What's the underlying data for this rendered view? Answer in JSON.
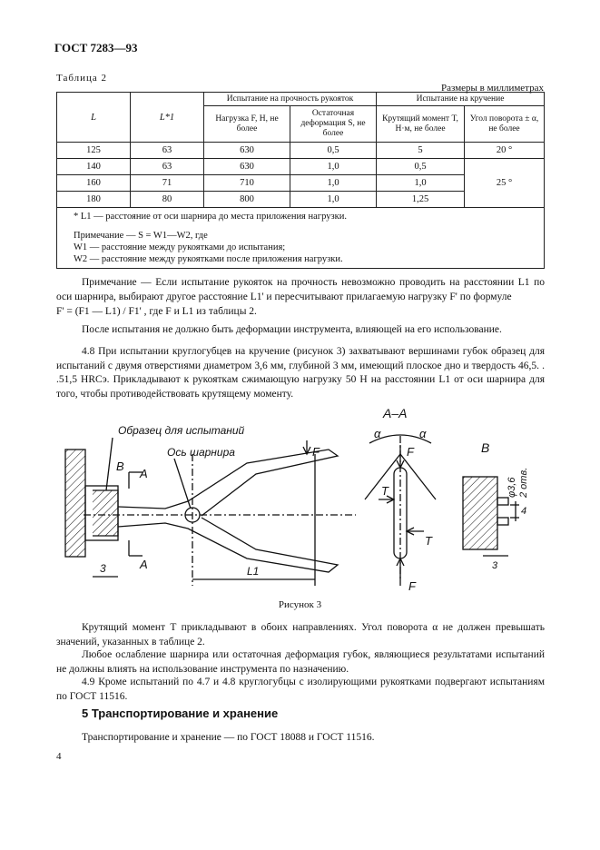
{
  "header": "ГОСТ 7283—93",
  "table_label": "Таблица 2",
  "table_units": "Размеры в миллиметрах",
  "table": {
    "col_L": "L",
    "col_L1": "L*1",
    "group_strength": "Испытание на прочность рукояток",
    "group_torsion": "Испытание на кручение",
    "col_load": "Нагрузка F, Н, не более",
    "col_deform": "Остаточная деформация S, не более",
    "col_torque": "Крутящий момент T, Н·м, не более",
    "col_angle": "Угол поворота ± α, не более",
    "rows": [
      {
        "L": "125",
        "L1": "63",
        "load": "630",
        "deform": "0,5",
        "torque": "5",
        "angle": "20 °"
      },
      {
        "L": "140",
        "L1": "63",
        "load": "630",
        "deform": "1,0",
        "torque": "0,5",
        "angle": "25 °"
      },
      {
        "L": "160",
        "L1": "71",
        "load": "710",
        "deform": "1,0",
        "torque": "1,0"
      },
      {
        "L": "180",
        "L1": "80",
        "load": "800",
        "deform": "1,0",
        "torque": "1,25"
      }
    ],
    "footnote": "* L1 — расстояние от оси шарнира до места приложения нагрузки.",
    "note_line1": "Примечание — S = W1—W2, где",
    "note_line2": "W1 — расстояние между рукоятками до испытания;",
    "note_line3": "W2 — расстояние между рукоятками после приложения нагрузки."
  },
  "paragraphs": {
    "p1": "Примечание — Если испытание рукояток на прочность невозможно проводить на расстоянии L1 по оси шарнира, выбирают другое расстояние L1' и пересчитывают прилагаемую нагрузку F' по формуле",
    "p1_formula": "F' = (F1 — L1) / F1' , где F и L1 из таблицы 2.",
    "p2": "После испытания не должно быть деформации инструмента, влияющей на его использование.",
    "p3": "4.8 При испытании круглогубцев на кручение (рисунок 3) захватывают вершинами губок образец для испытаний с двумя отверстиями диаметром 3,6 мм, глубиной 3 мм, имеющий плоское дно и твердость 46,5. . .51,5 HRCэ. Прикладывают к рукояткам сжимающую нагрузку 50 Н на расстоянии L1 от оси шарнира для того, чтобы противодействовать крутящему моменту.",
    "p4": "Крутящий момент T прикладывают в обоих направлениях. Угол поворота α не должен превышать значений, указанных в таблице 2.",
    "p5": "Любое ослабление шарнира или остаточная деформация губок, являющиеся результатами испытаний не должны влиять на использование инструмента по назначению.",
    "p6": "4.9 Кроме испытаний по 4.7 и 4.8 круглогубцы с изолирующими рукоятками подвергают испытаниям по ГОСТ 11516."
  },
  "figure": {
    "label_sample": "Образец для испытаний",
    "label_axis": "Ось шарнира",
    "label_B": "B",
    "label_A": "A",
    "label_F": "F",
    "label_T": "T",
    "label_alpha": "α",
    "label_AA": "A–A",
    "label_3": "3",
    "label_4": "4",
    "label_L1": "L1",
    "label_hole": "φ3,6",
    "label_holes2": "2 отв.",
    "caption": "Рисунок 3"
  },
  "section_title": "5 Транспортирование и хранение",
  "section_text": "Транспортирование и хранение — по ГОСТ 18088 и ГОСТ 11516.",
  "page_number": "4"
}
